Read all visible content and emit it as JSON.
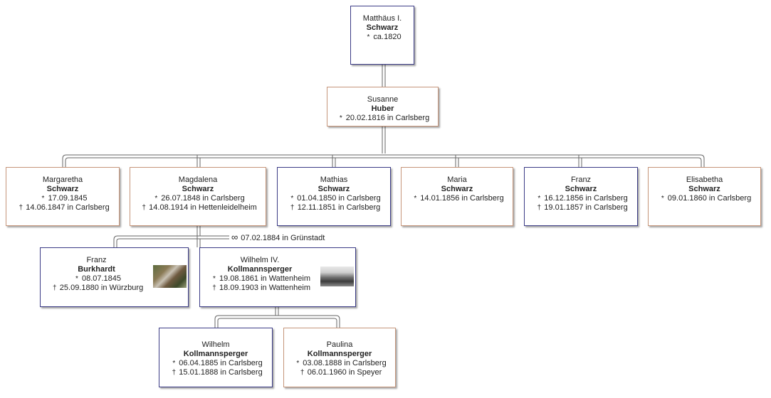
{
  "people": {
    "matthaeus": {
      "given": "Matthäus I.",
      "surname": "Schwarz",
      "events": [
        {
          "sym": "*",
          "text": "ca.1820"
        }
      ]
    },
    "susanne": {
      "given": "Susanne",
      "surname": "Huber",
      "events": [
        {
          "sym": "*",
          "text": "20.02.1816 in Carlsberg"
        }
      ]
    },
    "margaretha": {
      "given": "Margaretha",
      "surname": "Schwarz",
      "events": [
        {
          "sym": "*",
          "text": "17.09.1845"
        },
        {
          "sym": "†",
          "text": "14.06.1847 in Carlsberg"
        }
      ]
    },
    "magdalena": {
      "given": "Magdalena",
      "surname": "Schwarz",
      "events": [
        {
          "sym": "*",
          "text": "26.07.1848 in Carlsberg"
        },
        {
          "sym": "†",
          "text": "14.08.1914 in Hettenleidelheim"
        }
      ]
    },
    "mathias": {
      "given": "Mathias",
      "surname": "Schwarz",
      "events": [
        {
          "sym": "*",
          "text": "01.04.1850 in Carlsberg"
        },
        {
          "sym": "†",
          "text": "12.11.1851 in Carlsberg"
        }
      ]
    },
    "maria": {
      "given": "Maria",
      "surname": "Schwarz",
      "events": [
        {
          "sym": "*",
          "text": "14.01.1856 in Carlsberg"
        }
      ]
    },
    "franz_s": {
      "given": "Franz",
      "surname": "Schwarz",
      "events": [
        {
          "sym": "*",
          "text": "16.12.1856 in Carlsberg"
        },
        {
          "sym": "†",
          "text": "19.01.1857 in Carlsberg"
        }
      ]
    },
    "elisabetha": {
      "given": "Elisabetha",
      "surname": "Schwarz",
      "events": [
        {
          "sym": "*",
          "text": "09.01.1860 in Carlsberg"
        }
      ]
    },
    "franz_b": {
      "given": "Franz",
      "surname": "Burkhardt",
      "events": [
        {
          "sym": "*",
          "text": "08.07.1845"
        },
        {
          "sym": "†",
          "text": "25.09.1880 in Würzburg"
        }
      ]
    },
    "wilhelm4": {
      "given": "Wilhelm IV.",
      "surname": "Kollmannsperger",
      "events": [
        {
          "sym": "*",
          "text": "19.08.1861 in Wattenheim"
        },
        {
          "sym": "†",
          "text": "18.09.1903 in Wattenheim"
        }
      ]
    },
    "wilhelm": {
      "given": "Wilhelm",
      "surname": "Kollmannsperger",
      "events": [
        {
          "sym": "*",
          "text": "06.04.1885 in Carlsberg"
        },
        {
          "sym": "†",
          "text": "15.01.1888 in Carlsberg"
        }
      ]
    },
    "paulina": {
      "given": "Paulina",
      "surname": "Kollmannsperger",
      "events": [
        {
          "sym": "*",
          "text": "03.08.1888 in Carlsberg"
        },
        {
          "sym": "†",
          "text": "06.01.1960 in Speyer"
        }
      ]
    }
  },
  "marriage": {
    "symbol": "∞",
    "text": "07.02.1884 in Grünstadt"
  },
  "colors": {
    "male_border": "#3b3b86",
    "female_border": "#c6957a",
    "line": "#555555"
  }
}
